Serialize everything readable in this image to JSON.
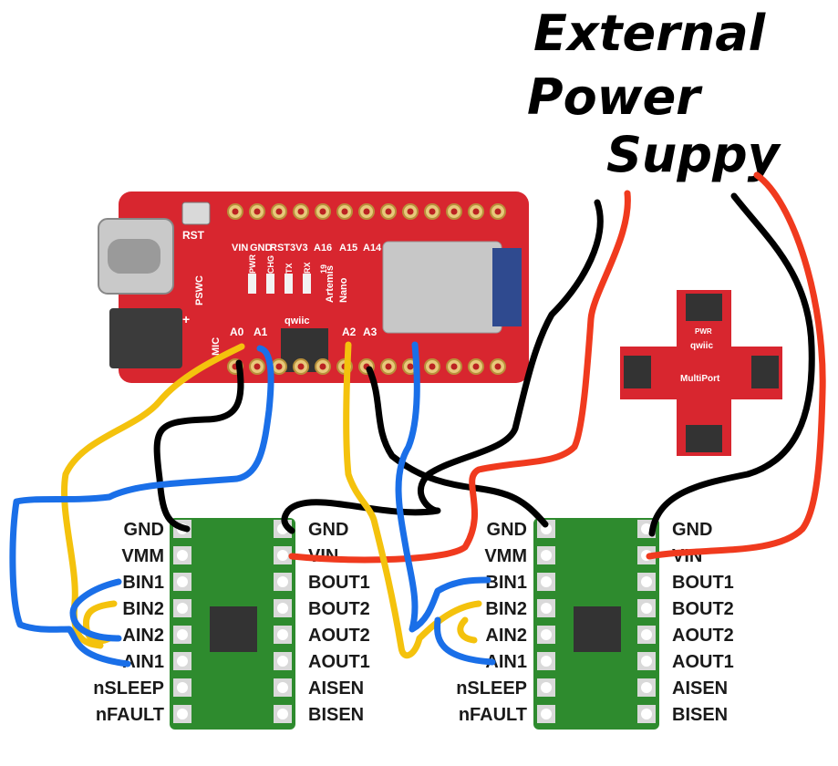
{
  "caption": {
    "line1": "External",
    "line2": "Power",
    "line3": "Suppy"
  },
  "board": {
    "rst": "RST",
    "pswc": "PSWC",
    "mic": "MIC",
    "qwiic": "qwiic",
    "top_labels": [
      "VIN",
      "GND",
      "RST",
      "3V3",
      "A16",
      "A15",
      "A14"
    ],
    "mid_labels": [
      "PWR",
      "CHG",
      "TX",
      "RX",
      "19"
    ],
    "bottom_labels": [
      "A0",
      "A1",
      "A2",
      "A3"
    ],
    "name_line1": "Artemis",
    "name_line2": "Nano",
    "plus": "+"
  },
  "multiport": {
    "qwiic": "qwiic",
    "pwr": "PWR",
    "name": "MultiPort"
  },
  "driver_left_labels": [
    "GND",
    "VMM",
    "BIN1",
    "BIN2",
    "AIN2",
    "AIN1",
    "nSLEEP",
    "nFAULT"
  ],
  "driver_right_labels": [
    "GND",
    "VIN",
    "BOUT1",
    "BOUT2",
    "AOUT2",
    "AOUT1",
    "AISEN",
    "BISEN"
  ],
  "colors": {
    "board_red": "#d8262f",
    "driver_green": "#2e8b2e",
    "wire_black": "#000000",
    "wire_red": "#f03a1e",
    "wire_yellow": "#f4c20d",
    "wire_blue": "#1a6fe8"
  }
}
